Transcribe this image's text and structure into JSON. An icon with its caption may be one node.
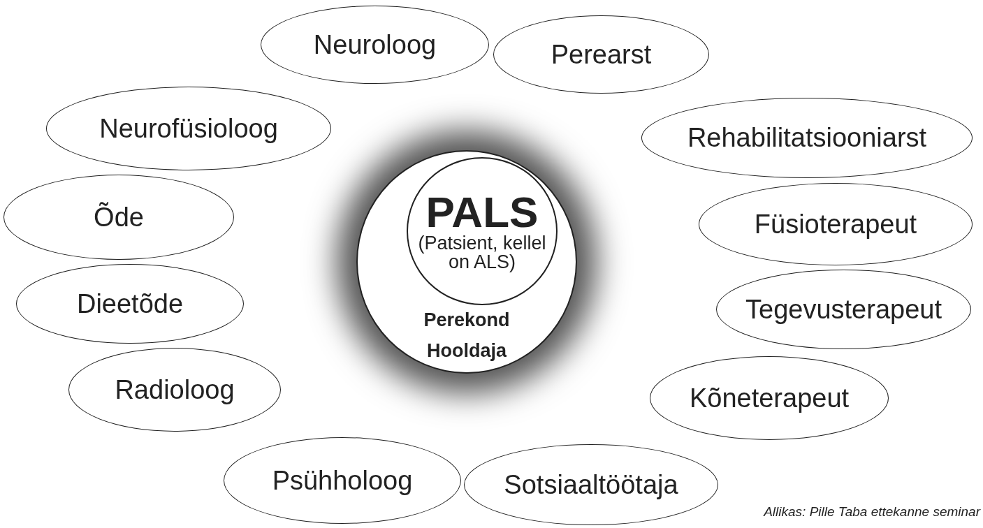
{
  "diagram": {
    "nodes": [
      {
        "text": [
          "Perekond",
          "Hooldaja"
        ]
      },
      {
        "text": [
          "PALS",
          "(Patsient, kellel on ALS)"
        ],
        "in": 0
      },
      {
        "text": [
          "Neuroloog"
        ]
      },
      {
        "text": [
          "Perearst"
        ]
      },
      {
        "text": [
          "Neurofüsioloog"
        ]
      },
      {
        "text": [
          "Rehabilitatsiooniarst"
        ]
      },
      {
        "text": [
          "Õde"
        ]
      },
      {
        "text": [
          "Füsioterapeut"
        ]
      },
      {
        "text": [
          "Dieetõde"
        ]
      },
      {
        "text": [
          "Tegevusterapeut"
        ]
      },
      {
        "text": [
          "Radioloog"
        ]
      },
      {
        "text": [
          "Kõneterapeut"
        ]
      },
      {
        "text": [
          "Psühholoog"
        ]
      },
      {
        "text": [
          "Sotsiaaltöötaja"
        ]
      }
    ],
    "labels": [
      "Allikas: Pille Taba ettekanne seminar"
    ]
  }
}
